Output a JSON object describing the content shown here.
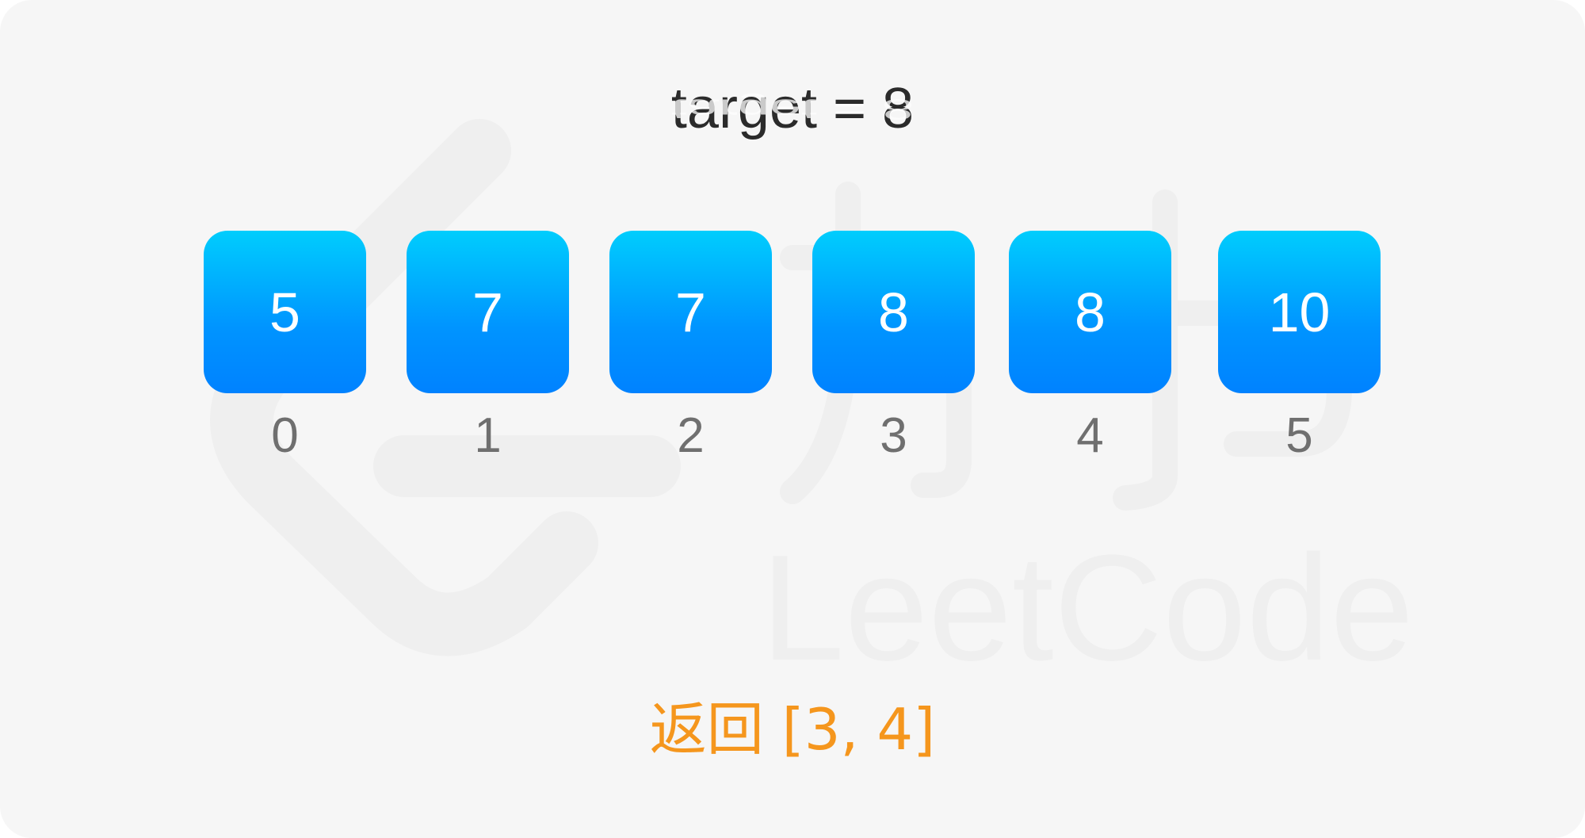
{
  "title": "target = 8",
  "array": {
    "values": [
      "5",
      "7",
      "7",
      "8",
      "8",
      "10"
    ],
    "indices": [
      "0",
      "1",
      "2",
      "3",
      "4",
      "5"
    ]
  },
  "result": "返回 [3, 4]",
  "watermark": "LeetCode",
  "colors": {
    "background": "#f6f6f6",
    "cell_top": "#00cdfd",
    "cell_bottom": "#0082ff",
    "title": "#2b2b2b",
    "index": "#6f6f6f",
    "result": "#f5961d"
  }
}
